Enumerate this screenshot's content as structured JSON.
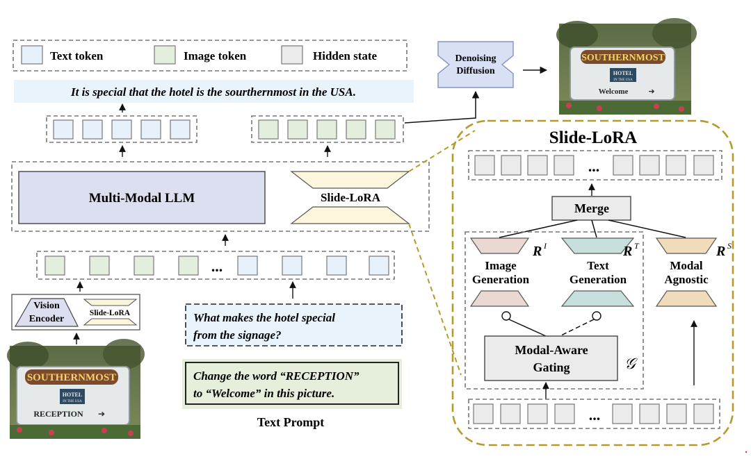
{
  "colors": {
    "text_token": "#e7f1fb",
    "image_token": "#e3efdc",
    "hidden_state": "#ecebeb",
    "llm_fill": "#dcdfef",
    "lora_fill": "#fcf6dd",
    "image_gen_fill": "#ead9d3",
    "text_gen_fill": "#c7dfdc",
    "modal_agnostic_fill": "#f0dcba",
    "diffusion_fill": "#d8e1f3",
    "caption_bg": "#e8f3fc",
    "prompt_q_bg": "#e8f3fc",
    "prompt_edit_bg": "#e5efdb",
    "gold": "#b59a2c"
  },
  "legend": {
    "text_token": "Text token",
    "image_token": "Image token",
    "hidden_state": "Hidden state"
  },
  "output_text": "It is special that the hotel is the sourthernmost in the USA.",
  "diffusion": {
    "line1": "Denoising",
    "line2": "Diffusion"
  },
  "llm_label": "Multi-Modal LLM",
  "slide_lora_small": "Slide-LoRA",
  "vision_encoder": {
    "line1": "Vision",
    "line2": "Encoder"
  },
  "encoder_lora": "Slide-LoRA",
  "prompt_question": {
    "line1": "What makes the hotel special",
    "line2": "from the signage?"
  },
  "prompt_edit": {
    "line1": "Change the word “RECEPTION”",
    "line2": "to “Welcome” in this picture."
  },
  "text_prompt_label": "Text Prompt",
  "ellipsis": "...",
  "input_sign": {
    "title": "SOUTHERNMOST",
    "hotel": "HOTEL",
    "usa": "IN THE USA",
    "word": "RECEPTION",
    "arrow": "➔"
  },
  "output_sign": {
    "title": "SOUTHERNMOST",
    "hotel": "HOTEL",
    "usa": "IN THE USA",
    "word": "Welcome",
    "arrow": "➔"
  },
  "detail": {
    "title": "Slide-LoRA",
    "merge": "Merge",
    "image_gen": {
      "line1": "Image",
      "line2": "Generation"
    },
    "text_gen": {
      "line1": "Text",
      "line2": "Generation"
    },
    "modal_agnostic": {
      "line1": "Modal",
      "line2": "Agnostic"
    },
    "gating": {
      "line1": "Modal-Aware",
      "line2": "Gating"
    },
    "r_image": {
      "base": "R",
      "sup": "I"
    },
    "r_text": {
      "base": "R",
      "sup": "T"
    },
    "r_shared": {
      "base": "R",
      "sup": "S"
    },
    "gating_symbol": "𝒢"
  }
}
